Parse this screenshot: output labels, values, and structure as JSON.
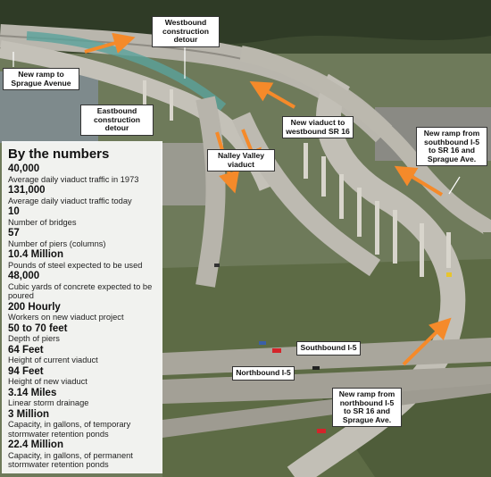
{
  "panel": {
    "title": "By the numbers",
    "stats": [
      {
        "value": "40,000",
        "desc": "Average daily viaduct traffic in 1973"
      },
      {
        "value": "131,000",
        "desc": "Average daily viaduct traffic today"
      },
      {
        "value": "10",
        "desc": "Number of bridges"
      },
      {
        "value": "57",
        "desc": "Number of piers (columns)"
      },
      {
        "value": "10.4 Million",
        "desc": "Pounds of steel expected to be used"
      },
      {
        "value": "48,000",
        "desc": "Cubic yards of concrete expected to be poured"
      },
      {
        "value": "200 Hourly",
        "desc": "Workers on new viaduct project"
      },
      {
        "value": "50 to 70 feet",
        "desc": "Depth of piers"
      },
      {
        "value": "64 Feet",
        "desc": "Height of current viaduct"
      },
      {
        "value": "94 Feet",
        "desc": "Height of new viaduct"
      },
      {
        "value": "3.14 Miles",
        "desc": "Linear storm drainage"
      },
      {
        "value": "3 Million",
        "desc": "Capacity, in gallons, of temporary stormwater retention ponds"
      },
      {
        "value": "22.4 Million",
        "desc": "Capacity, in gallons, of permanent stormwater retention ponds"
      }
    ]
  },
  "callouts": {
    "westbound_detour": "Westbound construction detour",
    "sprague_ramp": "New ramp to Sprague Avenue",
    "eastbound_detour": "Eastbound construction detour",
    "viaduct_sr16": "New viaduct to westbound SR 16",
    "southbound_ramp": "New ramp from southbound I-5 to SR 16 and Sprague Ave.",
    "nalley_valley": "Nalley Valley viaduct",
    "southbound_i5": "Southbound I-5",
    "northbound_i5": "Northbound I-5",
    "northbound_ramp": "New ramp from northbound I-5 to SR 16 and Sprague Ave."
  },
  "colors": {
    "arrow": "#f58a2a",
    "callout_bg": "#ffffff",
    "road": "#b9b6ad",
    "hill": "#5f6e4c"
  }
}
